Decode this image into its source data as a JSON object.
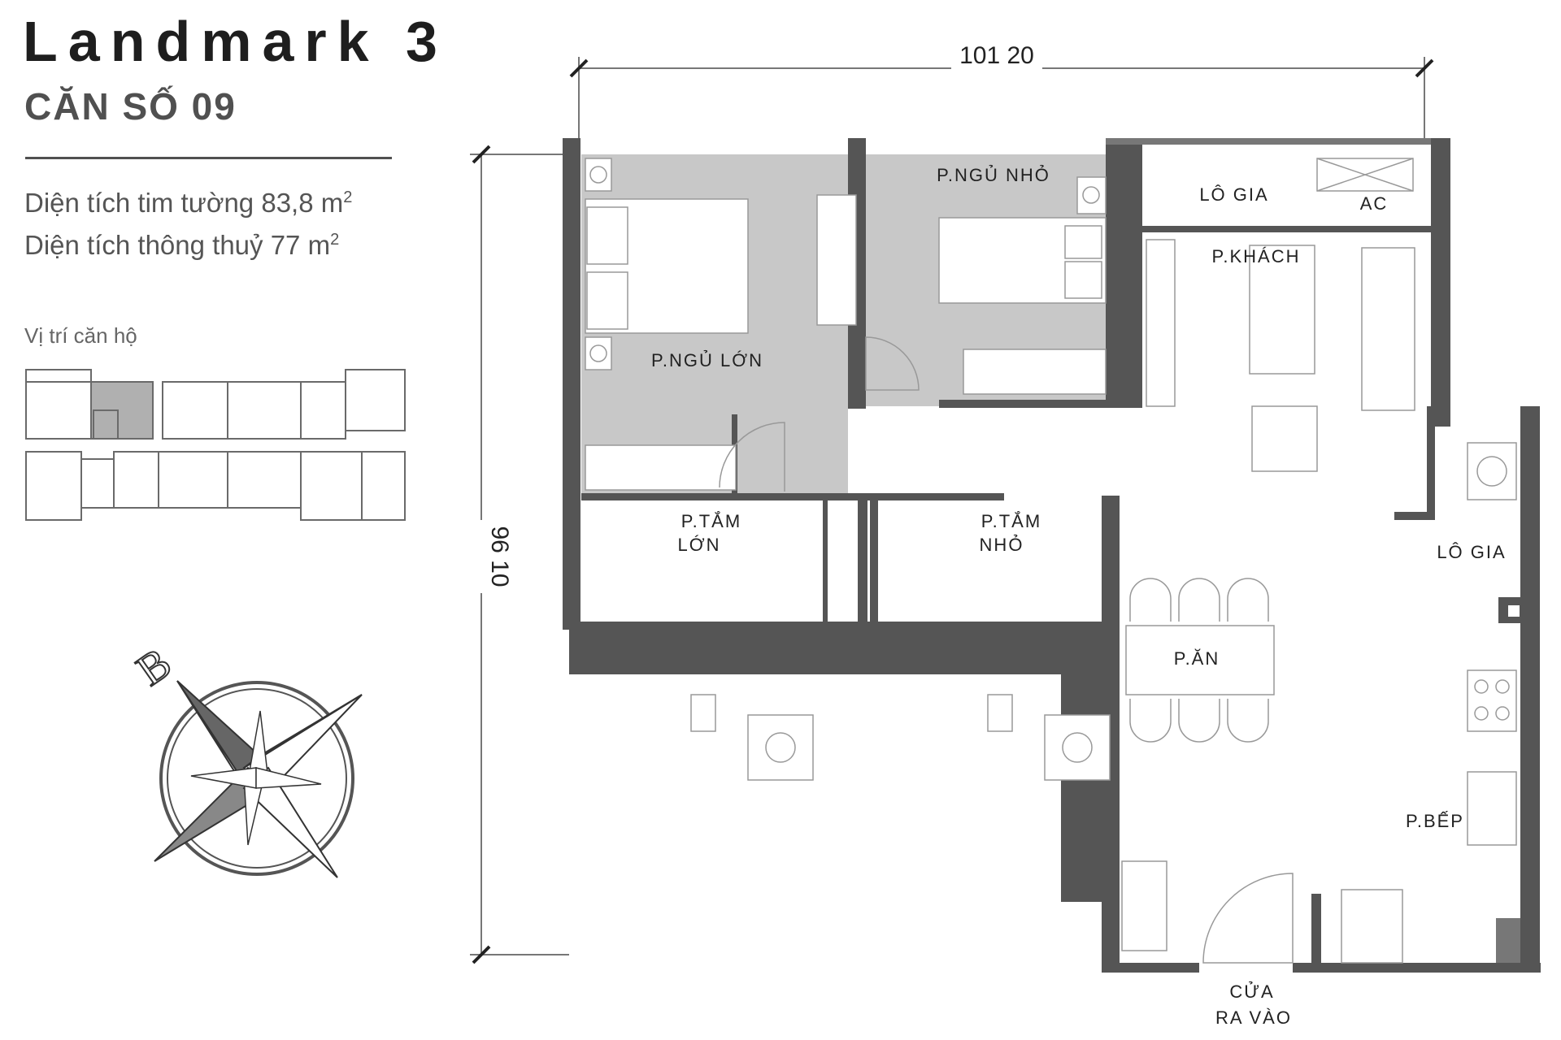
{
  "header": {
    "title": "Landmark 3",
    "subtitle": "CĂN SỐ 09"
  },
  "areas": {
    "wall_label": "Diện tích tim tường",
    "wall_value": "83,8 m",
    "clear_label": "Diện tích thông thuỷ",
    "clear_value": "77 m",
    "unit_superscript": "2"
  },
  "location_map": {
    "label": "Vị trí căn hộ"
  },
  "compass": {
    "north_letter": "B"
  },
  "dimensions": {
    "width": "101 20",
    "height": "96 10"
  },
  "rooms": {
    "master_bedroom": "P.NGỦ LỚN",
    "small_bedroom": "P.NGỦ NHỎ",
    "loggia_top": "LÔ GIA",
    "ac": "AC",
    "living": "P.KHÁCH",
    "master_bath_line1": "P.TẮM",
    "master_bath_line2": "LỚN",
    "small_bath_line1": "P.TẮM",
    "small_bath_line2": "NHỎ",
    "loggia_right": "LÔ GIA",
    "dining": "P.ĂN",
    "kitchen": "P.BẾP",
    "entrance_line1": "CỬA",
    "entrance_line2": "RA VÀO"
  },
  "colors": {
    "wall": "#555555",
    "room_fill": "#c8c8c8",
    "highlight": "#b0b0b0",
    "line": "#999999"
  }
}
